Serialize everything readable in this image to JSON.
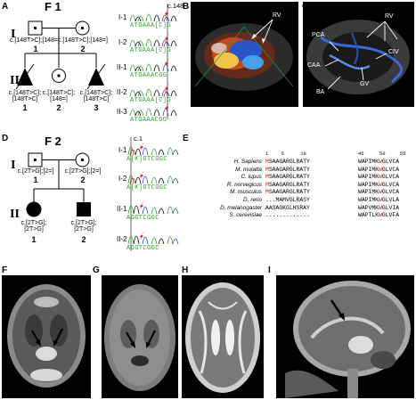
{
  "panels": {
    "A": "A",
    "B": "B",
    "C": "C",
    "D": "D",
    "E": "E",
    "F": "F",
    "G": "G",
    "H": "H",
    "I": "I"
  },
  "pedigree_a": {
    "family": "F 1",
    "gen1": "I",
    "gen2": "II",
    "ind_I1_geno": "c.[148T>C];[148=]",
    "ind_I1_num": "1",
    "ind_I2_geno": "c.[148T>C];[148=]",
    "ind_I2_num": "2",
    "ind_II1_geno": "c.[148T>C];\n[148T>C]",
    "ind_II1_num": "1",
    "ind_II2_geno": "c.[148T>C];\n[148=]",
    "ind_II2_num": "2",
    "ind_II3_geno": "c.[148T>C];\n[148T>C]",
    "ind_II3_num": "3"
  },
  "traces_a": {
    "position": "c.148",
    "rows": [
      {
        "label": "I-1",
        "seq": "ATGAAA[C]G"
      },
      {
        "label": "I-2",
        "seq": "ATGAAA[C]G"
      },
      {
        "label": "II-1",
        "seq": "ATGAAACGG"
      },
      {
        "label": "II-2",
        "seq": "ATGAAA[C]G"
      },
      {
        "label": "II-3",
        "seq": "ATGAAACGG"
      }
    ]
  },
  "echo_b": {
    "rv": "RV"
  },
  "echo_c": {
    "rv": "RV",
    "pca": "PCA",
    "caa": "CAA",
    "civ": "CIV",
    "ba": "BA",
    "gv": "GV"
  },
  "pedigree_d": {
    "family": "F 2",
    "gen1": "I",
    "gen2": "II",
    "ind_I1_geno": "c.[2T>G];[2=]",
    "ind_I1_num": "1",
    "ind_I2_geno": "c.[2T>G];[2=]",
    "ind_I2_num": "2",
    "ind_II1_geno": "c.[2T>G];\n[2T>G]",
    "ind_II1_num": "1",
    "ind_II2_geno": "c.[2T>G];\n[2T>G]",
    "ind_II2_num": "2"
  },
  "traces_d": {
    "position": "c.1",
    "rows": [
      {
        "label": "I-1",
        "seq": "A[K]GTCGGC"
      },
      {
        "label": "I-2",
        "seq": "A[K]GTCGGC"
      },
      {
        "label": "II-1",
        "seq": "AGGTCGGC"
      },
      {
        "label": "II-2",
        "seq": "AGGTCGGC"
      }
    ]
  },
  "alignment": {
    "ticks_left": [
      "1",
      "5",
      "10"
    ],
    "ticks_right": [
      "45",
      "50",
      "55"
    ],
    "rows": [
      {
        "species": "H. Sapiens",
        "n_first": "M",
        "n_rest": "SAAGARGLRATY",
        "c_pre": "WAPIMK",
        "c_mid": "W",
        "c_post": "GLVCA"
      },
      {
        "species": "M. mulatta",
        "n_first": "M",
        "n_rest": "SAAGARGLRATY",
        "c_pre": "WAPIMK",
        "c_mid": "W",
        "c_post": "GLVCA"
      },
      {
        "species": "C. lupus",
        "n_first": "M",
        "n_rest": "SAAGARGLRATY",
        "c_pre": "WAPIMK",
        "c_mid": "W",
        "c_post": "GLVCA"
      },
      {
        "species": "R. norvegicus",
        "n_first": "M",
        "n_rest": "SAAGARGLRATY",
        "c_pre": "WAPIMK",
        "c_mid": "W",
        "c_post": "GLVCA"
      },
      {
        "species": "M. musculus",
        "n_first": "M",
        "n_rest": "SAAGARGLRATY",
        "c_pre": "WAPIMK",
        "c_mid": "W",
        "c_post": "GLVCA"
      },
      {
        "species": "D. rerio",
        "n_first": "",
        "n_rest": "...MAMVGLRASY",
        "c_pre": "WAPIMK",
        "c_mid": "W",
        "c_post": "GLVLA"
      },
      {
        "species": "D. melanogaster",
        "n_first": "",
        "n_rest": "AASAGKGLHSRAY",
        "c_pre": "WAPVMK",
        "c_mid": "W",
        "c_post": "GLVIA"
      },
      {
        "species": "S. cerevisiae",
        "n_first": "",
        "n_rest": ".............",
        "c_pre": "WAPTLK",
        "c_mid": "W",
        "c_post": "GLVFA"
      }
    ]
  },
  "colors": {
    "mutation_red": "#d21a1a",
    "image_bg": "#000000"
  }
}
